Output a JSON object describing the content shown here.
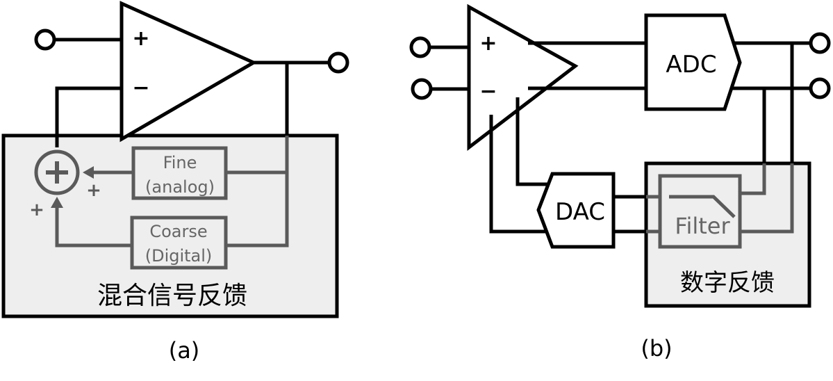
{
  "colors": {
    "black": "#000000",
    "gray": "#5a5a5a",
    "box_fill": "#eeeeee"
  },
  "panel_a": {
    "caption": "(a)",
    "plus_sign": "+",
    "minus_sign": "−",
    "fine_line1": "Fine",
    "fine_line2": "(analog)",
    "coarse_line1": "Coarse",
    "coarse_line2": "(Digital)",
    "sum_plus_right": "+",
    "sum_plus_bottom": "+",
    "feedback_label": "混合信号反馈"
  },
  "panel_b": {
    "caption": "(b)",
    "plus_sign": "+",
    "minus_sign": "−",
    "adc_label": "ADC",
    "dac_label": "DAC",
    "filter_label": "Filter",
    "feedback_label": "数字反馈"
  }
}
